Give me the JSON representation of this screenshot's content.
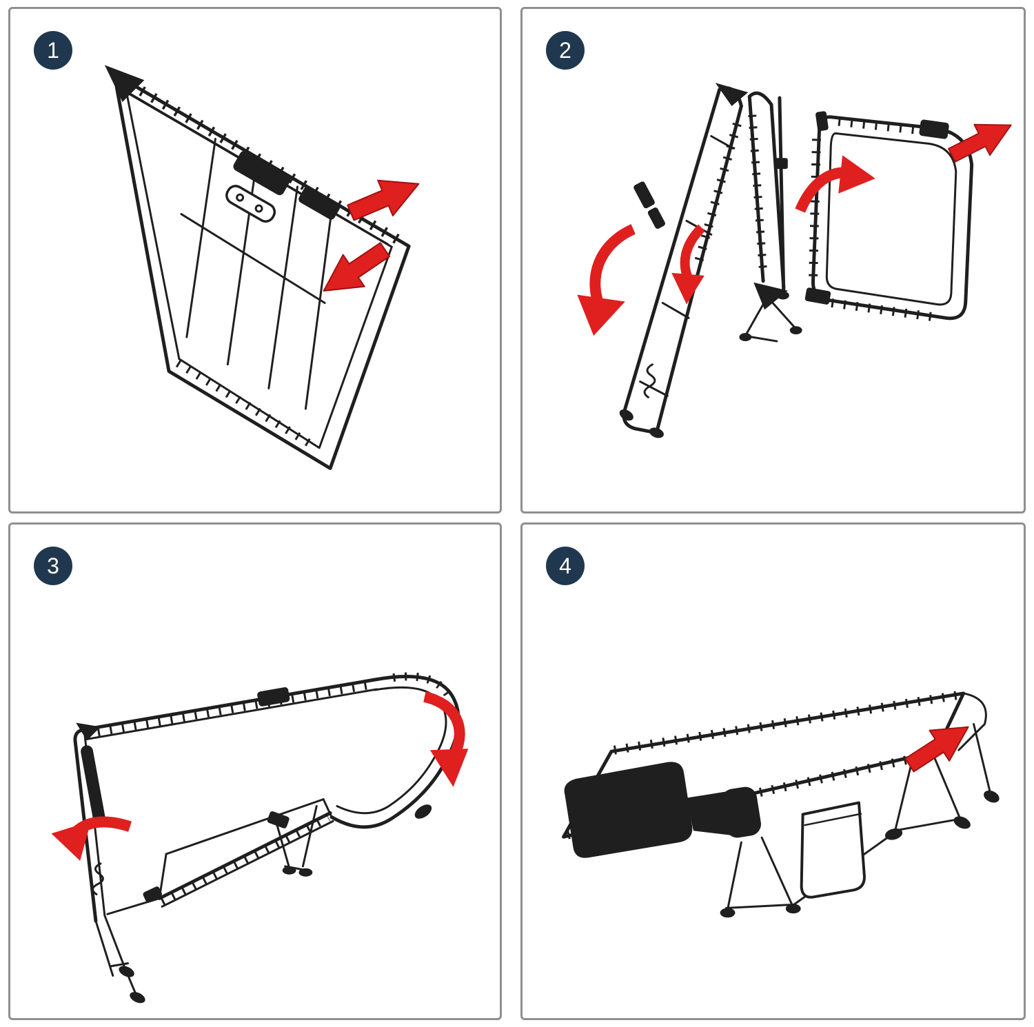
{
  "diagram": {
    "steps": [
      {
        "number": "1",
        "arrows": [
          "open-right",
          "open-down-left"
        ]
      },
      {
        "number": "2",
        "arrows": [
          "fold-left",
          "fold-down-left",
          "swing-up-right",
          "open-up-right"
        ]
      },
      {
        "number": "3",
        "arrows": [
          "unfold-right-down",
          "unfold-left"
        ]
      },
      {
        "number": "4",
        "arrows": [
          "lock-up-right"
        ]
      }
    ]
  },
  "colors": {
    "badge_background": "#20384f",
    "badge_text": "#ffffff",
    "arrow_red": "#e01f1f",
    "arrow_dark": "#9d1212",
    "line_art": "#1f1f1f",
    "panel_border": "#8f8f8f",
    "background": "#ffffff"
  }
}
